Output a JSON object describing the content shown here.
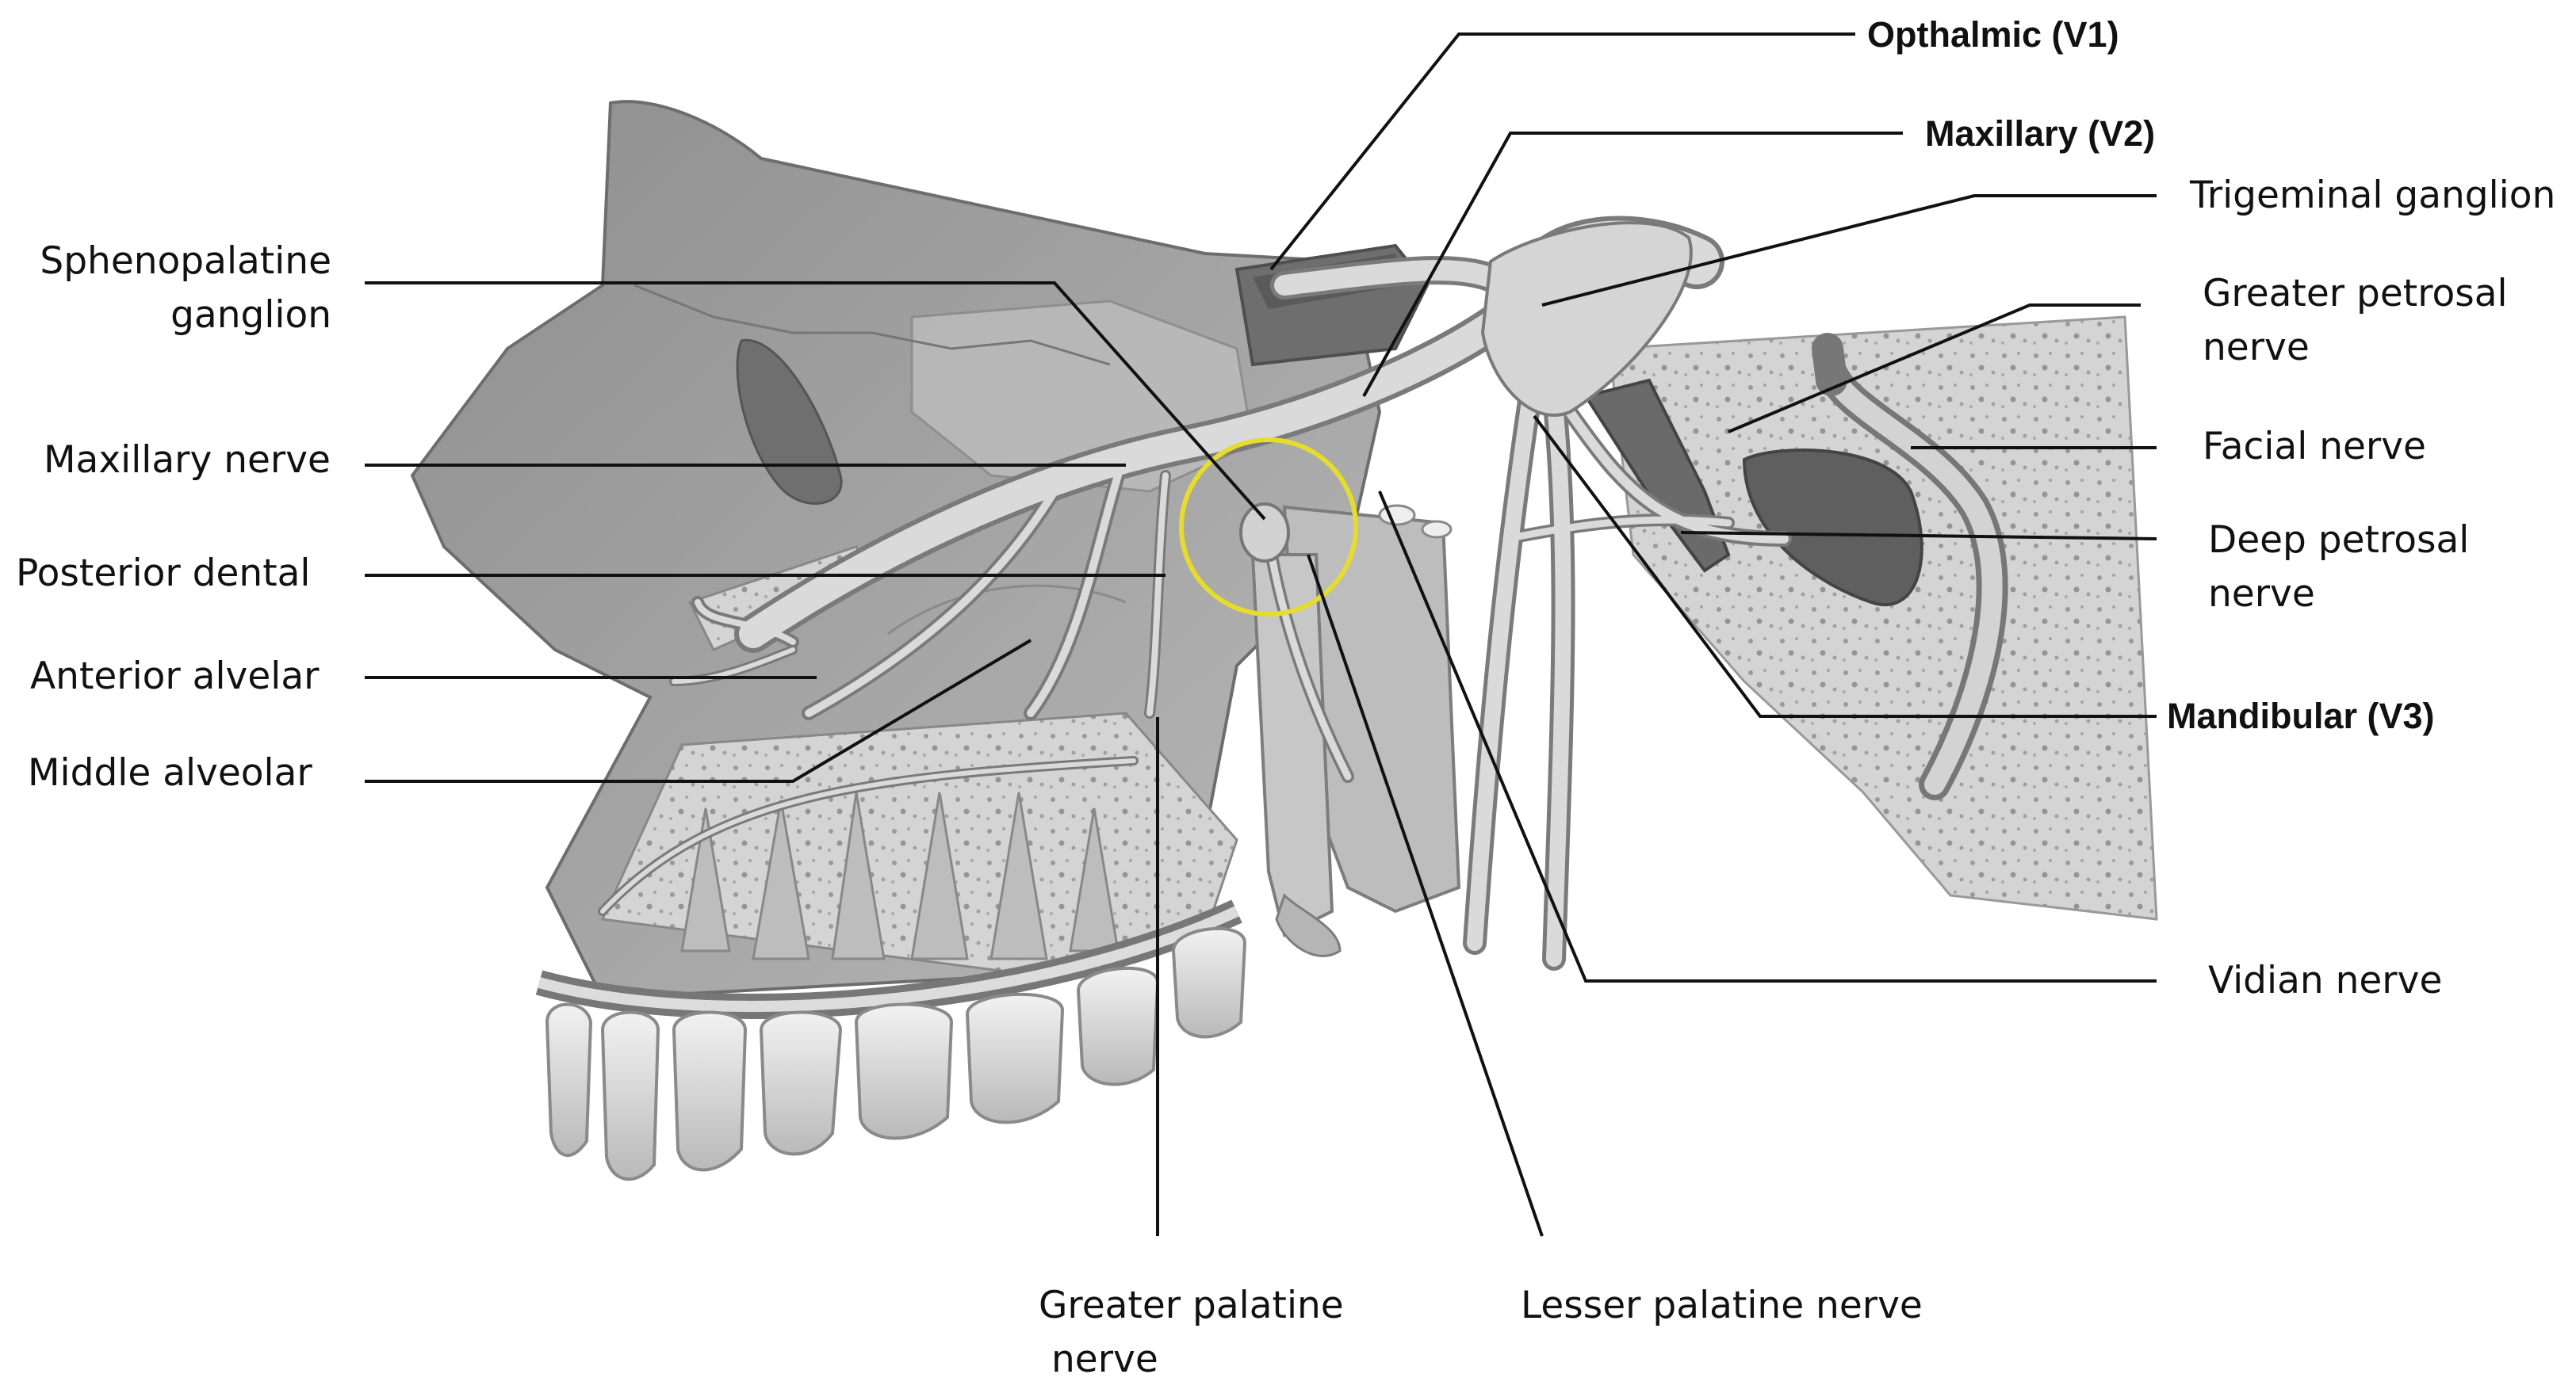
{
  "labels": {
    "opthalmic": "Opthalmic (V1)",
    "maxillary_v2": "Maxillary (V2)",
    "trigeminal_ganglion": "Trigeminal ganglion",
    "greater_petrosal_1": "Greater petrosal",
    "greater_petrosal_2": "nerve",
    "facial_nerve": "Facial nerve",
    "deep_petrosal_1": "Deep petrosal",
    "deep_petrosal_2": "nerve",
    "mandibular_v3": "Mandibular (V3)",
    "vidian_nerve": "Vidian nerve",
    "sphenopalatine_1": "Sphenopalatine",
    "sphenopalatine_2": "ganglion",
    "maxillary_nerve": "Maxillary nerve",
    "posterior_dental": "Posterior dental",
    "anterior_alvelar": "Anterior alvelar",
    "middle_alveolar": "Middle alveolar",
    "greater_palatine_1": "Greater palatine",
    "greater_palatine_2": "nerve",
    "lesser_palatine": "Lesser palatine nerve"
  },
  "colors": {
    "bone": "#a9a9a9",
    "bone_light": "#cfcfcf",
    "bone_dark": "#7a7a7a",
    "nerve": "#d9d9d9",
    "tooth": "#e6e6e6",
    "highlight_circle": "#e6dc2e",
    "leader_line": "#111111"
  }
}
